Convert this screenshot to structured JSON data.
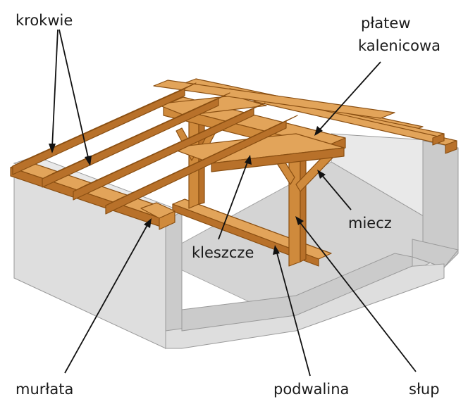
{
  "labels": {
    "krokwie": "krokwie",
    "platew_line1": "płatew",
    "platew_line2": "kalenicowa",
    "miecz": "miecz",
    "kleszcze": "kleszcze",
    "murlata": "murłata",
    "podwalina": "podwalina",
    "slup": "słup"
  },
  "colors": {
    "timber_light": "#e2a45a",
    "timber_mid": "#cf8a3c",
    "timber_dark": "#b8712a",
    "wall": "#dedede",
    "text": "#1a1a1a"
  }
}
